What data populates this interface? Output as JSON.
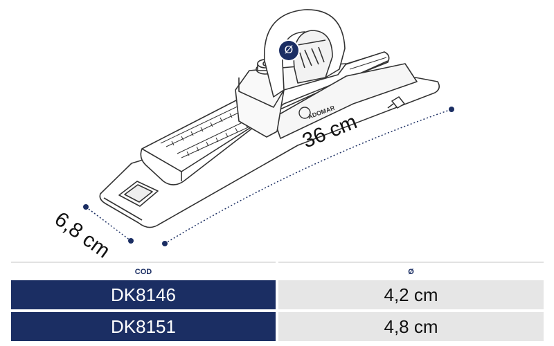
{
  "product": {
    "brand_mark": "ADOMAR",
    "diameter_symbol": "Ø"
  },
  "dimensions": {
    "length": "36 cm",
    "width": "6,8 cm"
  },
  "table": {
    "headers": [
      "COD",
      "Ø"
    ],
    "rows": [
      {
        "code": "DK8146",
        "diameter": "4,2 cm"
      },
      {
        "code": "DK8151",
        "diameter": "4,8 cm"
      }
    ]
  },
  "colors": {
    "navy": "#1b2e63",
    "row_gray": "#e6e6e6"
  }
}
